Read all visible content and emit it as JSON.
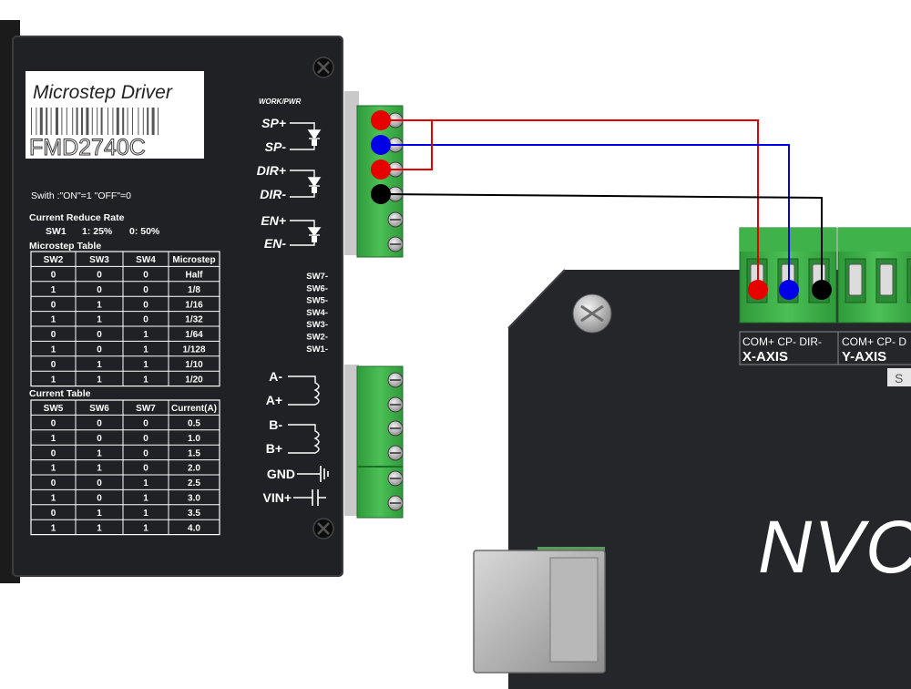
{
  "driver": {
    "product_line": "Microstep Driver",
    "model": "FMD2740C",
    "work_pwr_label": "WORK/PWR",
    "signal_terminals": [
      "SP+",
      "SP-",
      "DIR+",
      "DIR-",
      "EN+",
      "EN-"
    ],
    "switch_note": "Swith :\"ON\"=1 \"OFF\"=0",
    "current_reduce": {
      "title": "Current Reduce Rate",
      "sw": "SW1",
      "opt1": "1:  25%",
      "opt0": "0:  50%"
    },
    "microstep_table": {
      "title": "Microstep Table",
      "headers": [
        "SW2",
        "SW3",
        "SW4",
        "Microstep"
      ],
      "rows": [
        [
          "0",
          "0",
          "0",
          "Half"
        ],
        [
          "1",
          "0",
          "0",
          "1/8"
        ],
        [
          "0",
          "1",
          "0",
          "1/16"
        ],
        [
          "1",
          "1",
          "0",
          "1/32"
        ],
        [
          "0",
          "0",
          "1",
          "1/64"
        ],
        [
          "1",
          "0",
          "1",
          "1/128"
        ],
        [
          "0",
          "1",
          "1",
          "1/10"
        ],
        [
          "1",
          "1",
          "1",
          "1/20"
        ]
      ]
    },
    "current_table": {
      "title": "Current Table",
      "headers": [
        "SW5",
        "SW6",
        "SW7",
        "Current(A)"
      ],
      "rows": [
        [
          "0",
          "0",
          "0",
          "0.5"
        ],
        [
          "1",
          "0",
          "0",
          "1.0"
        ],
        [
          "0",
          "1",
          "0",
          "1.5"
        ],
        [
          "1",
          "1",
          "0",
          "2.0"
        ],
        [
          "0",
          "0",
          "1",
          "2.5"
        ],
        [
          "1",
          "0",
          "1",
          "3.0"
        ],
        [
          "0",
          "1",
          "1",
          "3.5"
        ],
        [
          "1",
          "1",
          "1",
          "4.0"
        ]
      ]
    },
    "dip_labels": [
      "SW7-",
      "SW6-",
      "SW5-",
      "SW4-",
      "SW3-",
      "SW2-",
      "SW1-"
    ],
    "power_terminals": [
      "A-",
      "A+",
      "B-",
      "B+",
      "GND",
      "VIN+"
    ]
  },
  "controller": {
    "x_pins": "COM+ CP- DIR-",
    "x_axis": "X-AXIS",
    "y_pins": "COM+ CP- D",
    "y_axis": "Y-AXIS",
    "cut_label": "S",
    "brand": "NVC"
  },
  "wires": [
    {
      "from": "SP+",
      "to": "COM+",
      "color": "#e60000"
    },
    {
      "from": "SP-",
      "to": "CP-",
      "color": "#0000e6"
    },
    {
      "from": "DIR+",
      "to": "COM+",
      "color": "#e60000"
    },
    {
      "from": "DIR-",
      "to": "DIR-",
      "color": "#000000"
    }
  ]
}
